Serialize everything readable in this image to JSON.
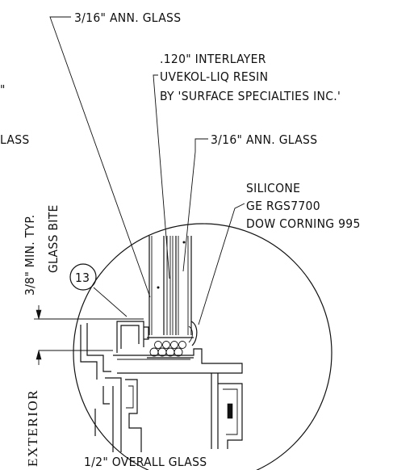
{
  "labels": {
    "top_glass": "3/16\" ANN. GLASS",
    "interlayer_line1": ".120\" INTERLAYER",
    "interlayer_line2": "UVEKOL-LIQ RESIN",
    "interlayer_line3": "BY 'SURFACE SPECIALTIES INC.'",
    "partial_left_top": "\"",
    "partial_left_glass": "LASS",
    "inner_glass": "3/16\" ANN. GLASS",
    "silicone_line1": "SILICONE",
    "silicone_line2": "GE RGS7700",
    "silicone_line3": "DOW CORNING 995",
    "glass_bite_dim": "3/8\" MIN. TYP.",
    "glass_bite_label": "GLASS BITE",
    "callout_number": "13",
    "exterior": "EXTERIOR",
    "overall_glass": "1/2\" OVERALL GLASS"
  }
}
